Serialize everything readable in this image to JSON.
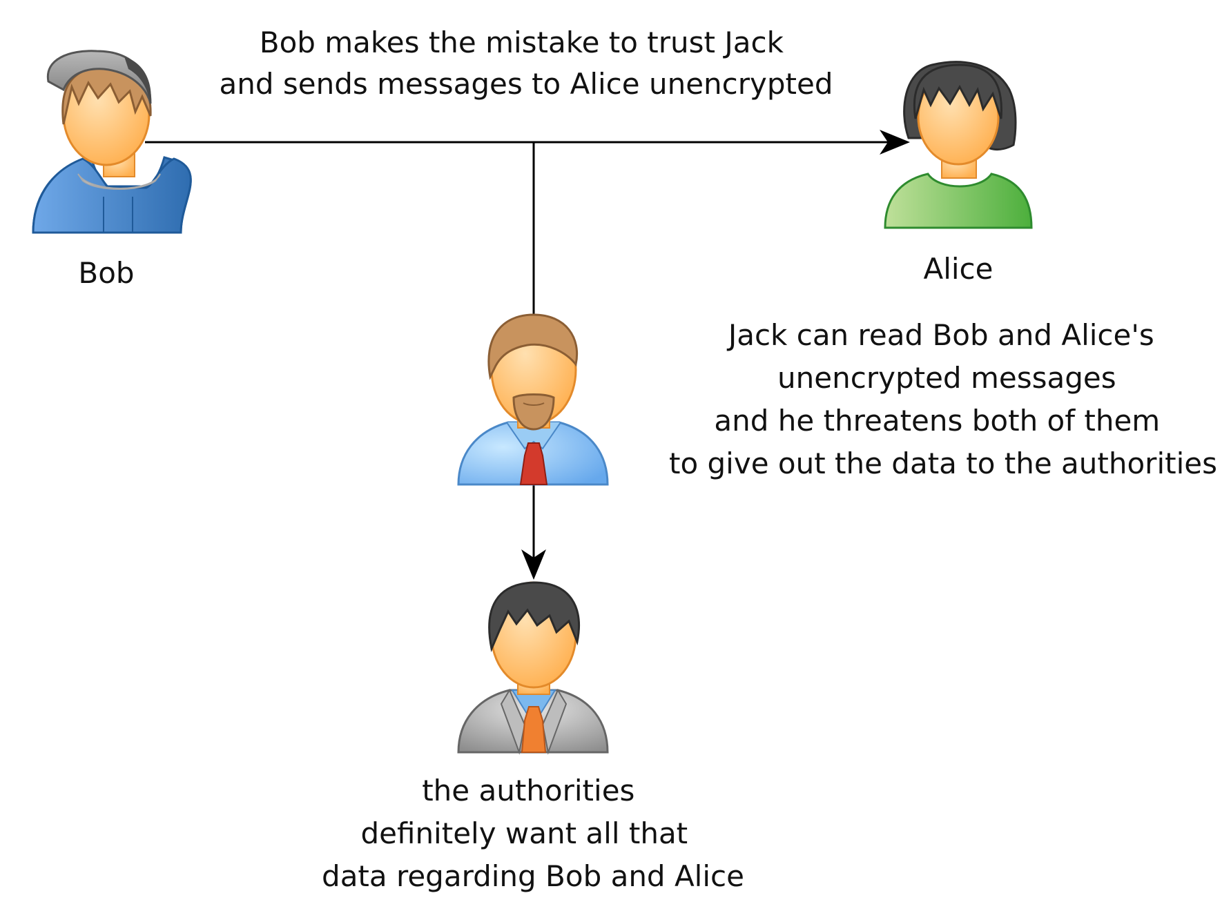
{
  "nodes": {
    "bob": {
      "label": "Bob"
    },
    "alice": {
      "label": "Alice"
    },
    "jack": {
      "label": ""
    },
    "authorities": {
      "label": ""
    }
  },
  "edges": {
    "bob_to_alice": {
      "lines": [
        "Bob makes the mistake to trust Jack",
        "and sends messages to Alice unencrypted"
      ]
    },
    "jack_to_authorities": {
      "label": ""
    }
  },
  "notes": {
    "jack_threat": {
      "lines": [
        "Jack can read Bob and Alice's",
        "unencrypted messages",
        "and he threatens both of them",
        "to give out the data to the authorities"
      ]
    },
    "authorities_desc": {
      "lines": [
        "the authorities",
        "definitely want all that",
        "data regarding Bob and Alice"
      ]
    }
  },
  "colors": {
    "skin": "#FFB866",
    "bob_hoodie": "#3A7DC4",
    "alice_shirt": "#6CC04A",
    "jack_shirt": "#7BB8EE",
    "jack_tie": "#D33A2C",
    "authority_suit": "#A8A8A8",
    "authority_tie": "#F08030",
    "hair_dark": "#4A4A4A",
    "hair_brown": "#C8935E",
    "line": "#000000"
  }
}
